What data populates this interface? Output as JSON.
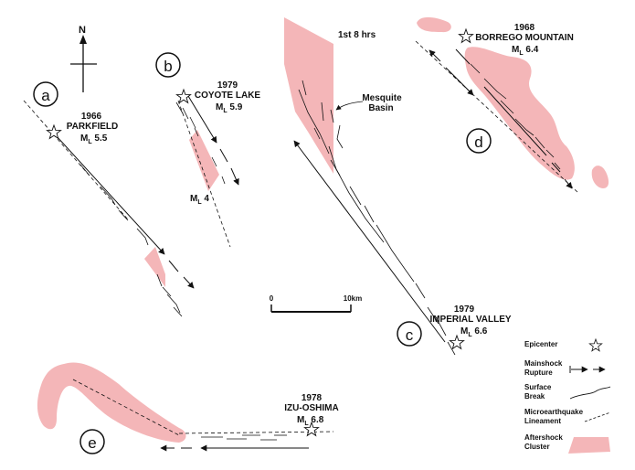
{
  "colors": {
    "aftershock": "#f4b6b8",
    "line": "#111111",
    "background": "#ffffff"
  },
  "north_label": "N",
  "panels": {
    "a": {
      "letter": "a",
      "year": "1966",
      "name": "PARKFIELD",
      "mag_sym": "M",
      "mag_sub": "L",
      "mag_val": " 5.5"
    },
    "b": {
      "letter": "b",
      "year": "1979",
      "name": "COYOTE LAKE",
      "mag_sym": "M",
      "mag_sub": "L",
      "mag_val": " 5.9",
      "extra_sym": "M",
      "extra_sub": "L",
      "extra_val": " 4"
    },
    "c": {
      "letter": "c",
      "year": "1979",
      "name": "IMPERIAL VALLEY",
      "mag_sym": "M",
      "mag_sub": "L",
      "mag_val": " 6.6",
      "note_top": "1st 8 hrs",
      "basin_1": "Mesquite",
      "basin_2": "Basin"
    },
    "d": {
      "letter": "d",
      "year": "1968",
      "name": "BORREGO MOUNTAIN",
      "mag_sym": "M",
      "mag_sub": "L",
      "mag_val": " 6.4"
    },
    "e": {
      "letter": "e",
      "year": "1978",
      "name": "IZU-OSHIMA",
      "mag_sym": "M",
      "mag_sub": "L",
      "mag_val": " 6.8"
    }
  },
  "scale": {
    "start": "0",
    "end": "10km"
  },
  "legend": {
    "epicenter": "Epicenter",
    "mainshock_1": "Mainshock",
    "mainshock_2": "Rupture",
    "surface_1": "Surface",
    "surface_2": "Break",
    "micro_1": "Microearthquake",
    "micro_2": "Lineament",
    "after_1": "Aftershock",
    "after_2": "Cluster"
  }
}
